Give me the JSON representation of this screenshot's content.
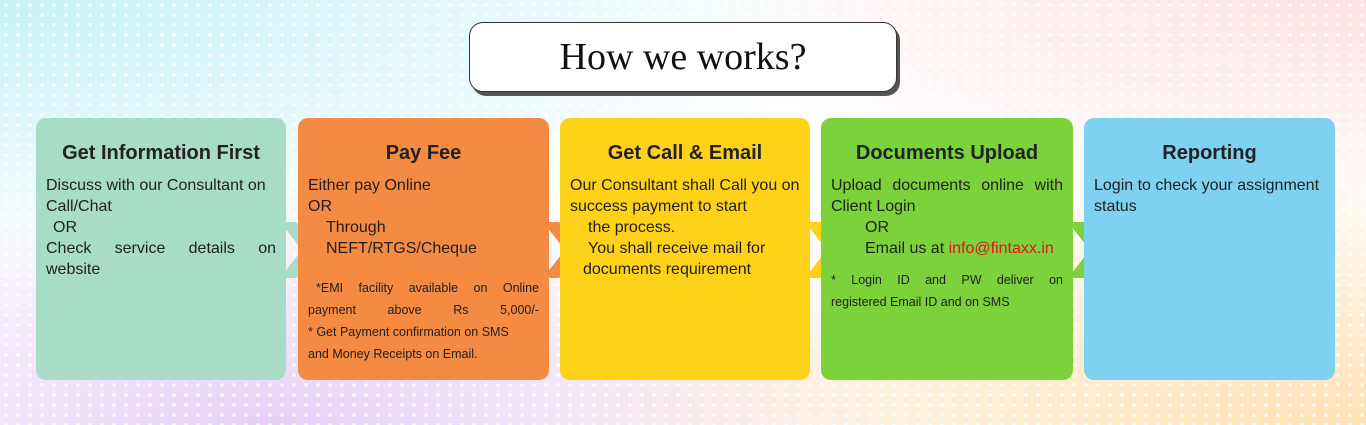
{
  "title": "How we works?",
  "steps": [
    {
      "heading": "Get Information First",
      "lines": [
        "Discuss with our Consultant on",
        "Call/Chat",
        " OR",
        "Check service details on",
        "website"
      ]
    },
    {
      "heading": "Pay Fee",
      "lines": [
        "Either pay Online",
        "OR",
        "Through NEFT/RTGS/Cheque"
      ],
      "notes": [
        "*EMI facility available on Online",
        "payment above Rs 5,000/-",
        "* Get Payment confirmation on SMS",
        "and Money Receipts on Email."
      ]
    },
    {
      "heading": "Get Call & Email",
      "lines": [
        "Our Consultant shall Call you on",
        "success payment to start",
        "the process.",
        "You shall receive mail for",
        "documents requirement"
      ]
    },
    {
      "heading": "Documents Upload",
      "lines": [
        "Upload documents online with",
        "Client Login",
        "OR",
        "Email us at "
      ],
      "email": "info@fintaxx.in",
      "notes": [
        "* Login ID and PW deliver on",
        "registered Email ID and on SMS"
      ]
    },
    {
      "heading": "Reporting",
      "lines": [
        "Login to check your assignment",
        "status"
      ]
    }
  ],
  "colors": {
    "step1": "#a8dcc6",
    "step2": "#f58a42",
    "step3": "#ffd21a",
    "step4": "#7bd23a",
    "step5": "#7fd1f2"
  }
}
